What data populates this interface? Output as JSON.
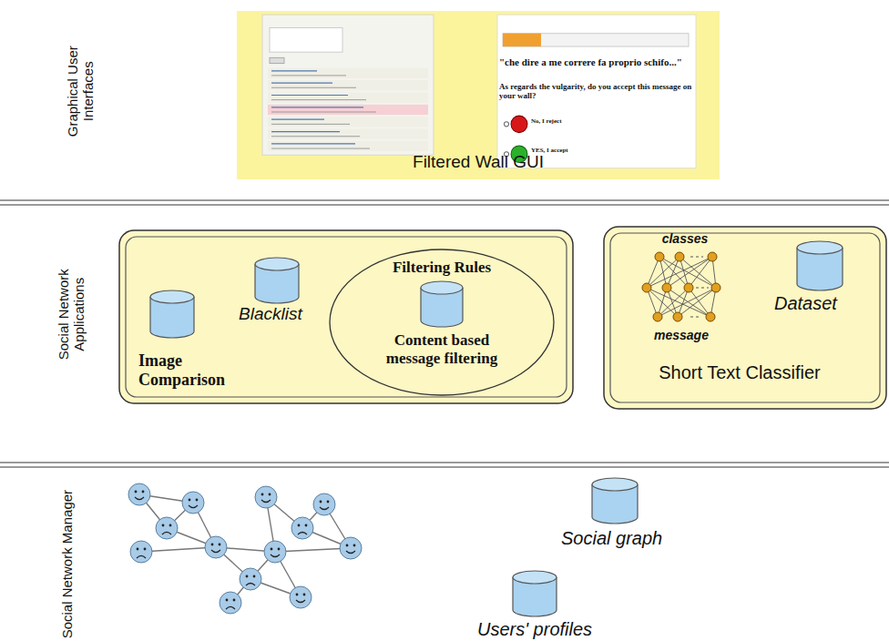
{
  "diagram": {
    "nodes": [
      {
        "text": [
          "Filtered Wall GUI"
        ]
      },
      {
        "text": [
          "Image Comparison",
          "Blacklist"
        ]
      },
      {
        "text": [
          "Filtering Rules",
          "Content based message filtering"
        ],
        "in": 1
      },
      {
        "text": [
          "classes",
          "message",
          "Dataset",
          "Short Text Classifier"
        ]
      }
    ],
    "labels": [
      "Graphical User Interfaces",
      "\"che dire a me correre fa proprio schifo...\"",
      "As regards the vulgarity, do you accept this message on your wall?",
      "No, I reject",
      "YES, I accept",
      "Social Network Applications",
      "Social Network Manager",
      "Social graph",
      "Users' profiles"
    ]
  }
}
